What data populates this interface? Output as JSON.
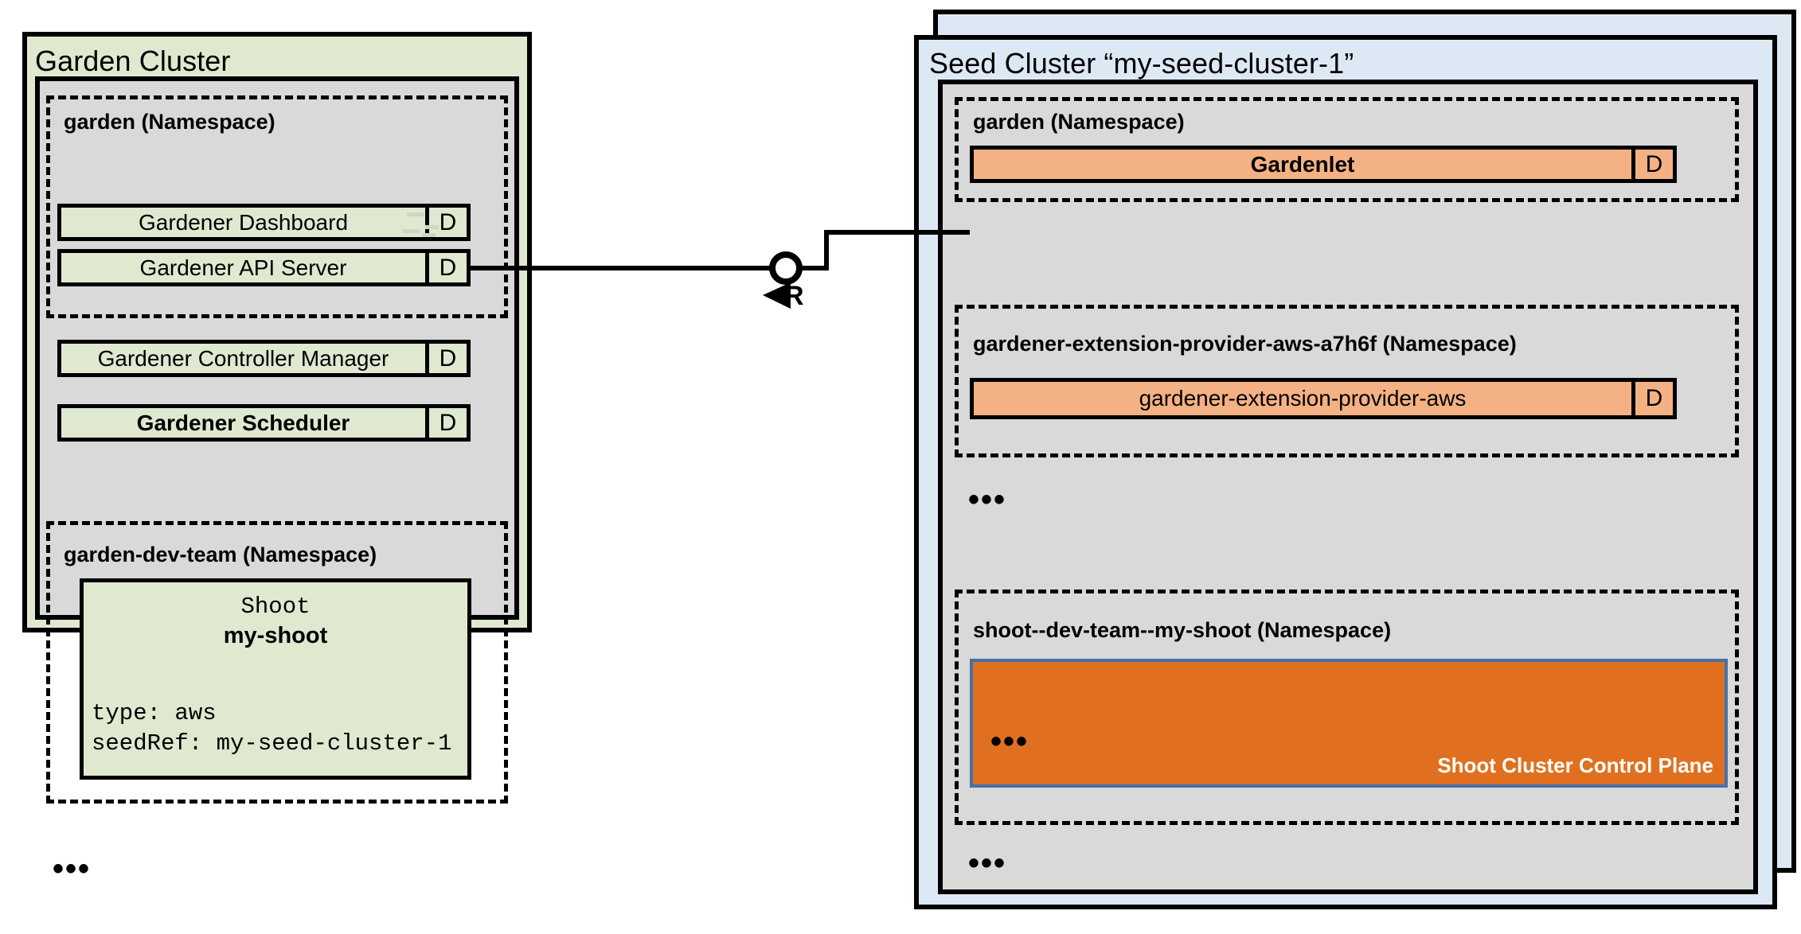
{
  "diagram": {
    "title": "Gardener Garden Cluster and Seed Cluster architecture",
    "colors": {
      "garden_cluster_fill": "#dfe9d0",
      "seed_cluster_fill": "#dde8f5",
      "namespace_area_fill": "#d9d9d9",
      "component_green": "#dfe9d0",
      "component_orange": "#f4b183",
      "control_plane_fill": "#e0701f",
      "control_plane_border": "#4472a8",
      "stroke": "#000000"
    }
  },
  "garden_cluster": {
    "title": "Garden Cluster",
    "namespaces": [
      {
        "title": "garden (Namespace)",
        "components": [
          {
            "label": "Gardener Dashboard",
            "badge": "D",
            "bold": false,
            "color": "green"
          },
          {
            "label": "Gardener API Server",
            "badge": "D",
            "bold": false,
            "color": "green"
          },
          {
            "label": "Gardener Controller Manager",
            "badge": "D",
            "bold": false,
            "color": "green"
          },
          {
            "label": "Gardener Scheduler",
            "badge": "D",
            "bold": true,
            "color": "green"
          }
        ]
      },
      {
        "title": "garden-dev-team (Namespace)",
        "shoot_resource": {
          "kind": "Shoot",
          "name": "my-shoot",
          "spec_lines": [
            "type: aws",
            "seedRef: my-seed-cluster-1"
          ]
        }
      }
    ],
    "more_indicator": "•••"
  },
  "seed_cluster": {
    "title": "Seed Cluster “my-seed-cluster-1”",
    "namespaces": [
      {
        "title": "garden (Namespace)",
        "components": [
          {
            "label": "Gardenlet",
            "badge": "D",
            "bold": true,
            "color": "orange"
          }
        ]
      },
      {
        "title": "gardener-extension-provider-aws-a7h6f (Namespace)",
        "components": [
          {
            "label": "gardener-extension-provider-aws",
            "badge": "D",
            "bold": false,
            "color": "orange"
          }
        ]
      },
      {
        "title": "shoot--dev-team--my-shoot (Namespace)",
        "control_plane": {
          "label": "Shoot Cluster Control Plane",
          "more_indicator": "•••"
        }
      }
    ],
    "more_indicator_middle": "•••",
    "more_indicator_bottom": "•••"
  },
  "connector": {
    "label": "R",
    "from": "Gardener API Server",
    "to": "Gardenlet",
    "endpoint_marker": "socket-circle",
    "arrow_marker": "left-triangle"
  }
}
